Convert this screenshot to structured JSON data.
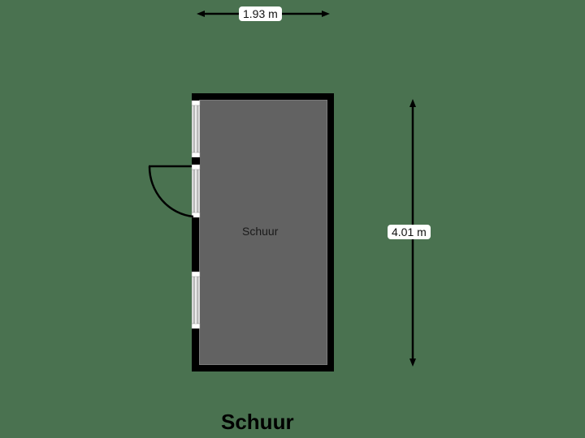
{
  "plan": {
    "title": "Schuur",
    "background_color": "#4a7250",
    "wall_color": "#000000",
    "floor_color": "#626262"
  },
  "rooms": [
    {
      "name": "Schuur"
    }
  ],
  "dimensions": {
    "width": {
      "label": "1.93 m",
      "orientation": "horizontal"
    },
    "height": {
      "label": "4.01 m",
      "orientation": "vertical"
    }
  },
  "openings": [
    {
      "type": "window",
      "wall": "left"
    },
    {
      "type": "door",
      "wall": "left",
      "swing": "outward"
    },
    {
      "type": "window",
      "wall": "left"
    }
  ]
}
